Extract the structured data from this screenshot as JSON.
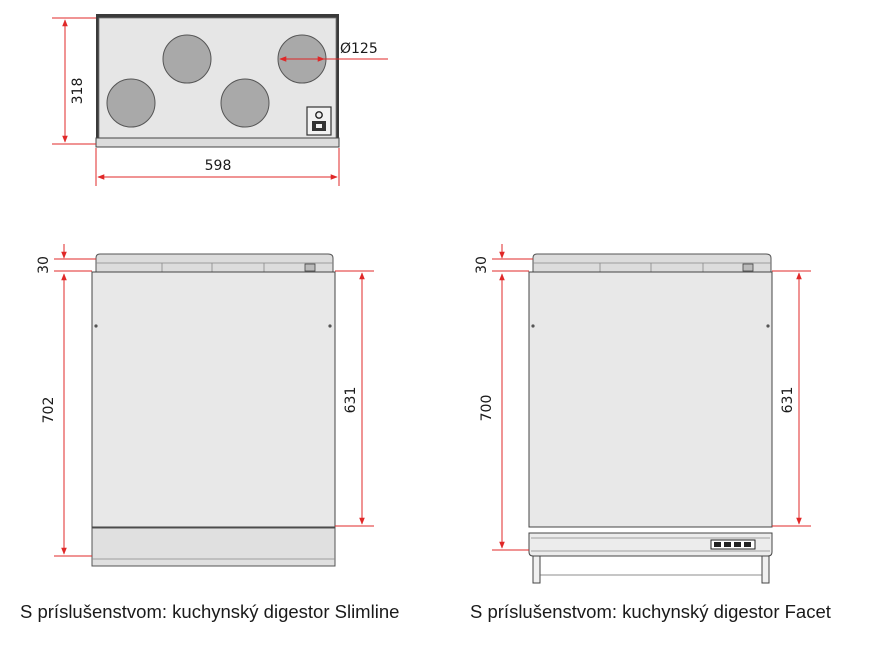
{
  "colors": {
    "dimension_line": "#e02828",
    "body_fill": "#e8e8e8",
    "outline": "#555555",
    "duct_fill": "#a9a9a9"
  },
  "top_view": {
    "height_label": "318",
    "width_label": "598",
    "diameter_label": "Ø125"
  },
  "slimline_view": {
    "top_gap_label": "30",
    "total_height_label": "702",
    "body_height_label": "631",
    "caption": "S príslušenstvom: kuchynský digestor Slimline"
  },
  "facet_view": {
    "top_gap_label": "30",
    "total_height_label": "700",
    "body_height_label": "631",
    "caption": "S príslušenstvom: kuchynský digestor Facet"
  }
}
